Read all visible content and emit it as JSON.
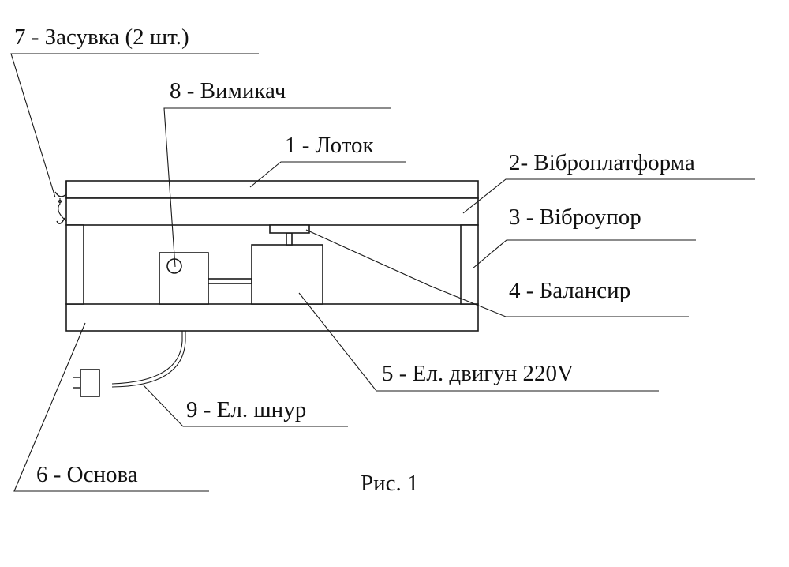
{
  "figure": {
    "caption": "Рис. 1",
    "labels": {
      "l7": "7 - Засувка (2 шт.)",
      "l8": "8 - Вимикач",
      "l1": "1 - Лоток",
      "l2": "2- Віброплатформа",
      "l3": "3 - Віброупор",
      "l4": "4 - Балансир",
      "l5": "5 - Ел. двигун 220V",
      "l9": "9 - Ел. шнур",
      "l6": "6 - Основа"
    }
  }
}
